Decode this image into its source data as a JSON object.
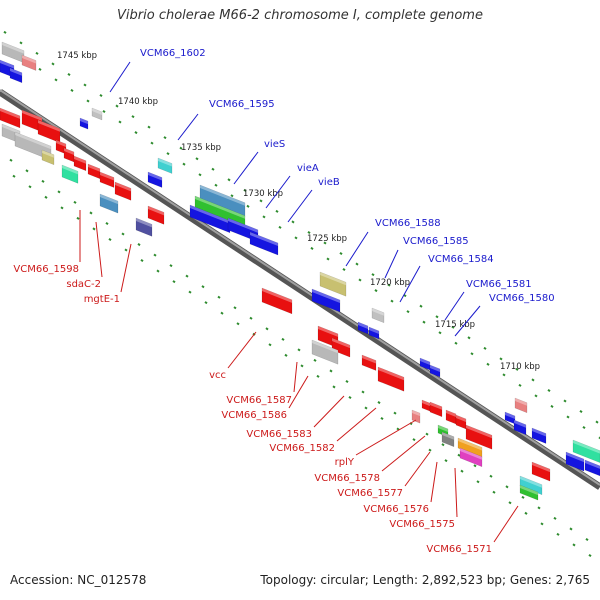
{
  "title": "Vibrio cholerae M66-2 chromosome I, complete genome",
  "footer": {
    "accession": "Accession: NC_012578",
    "topology": "Topology: circular; Length: 2,892,523 bp; Genes: 2,765"
  },
  "scale_labels": [
    "1745 kbp",
    "1740 kbp",
    "1735 kbp",
    "1730 kbp",
    "1725 kbp",
    "1720 kbp",
    "1715 kbp",
    "1710 kbp"
  ],
  "forward_gene_labels": [
    "VCM66_1602",
    "VCM66_1595",
    "vieS",
    "vieA",
    "vieB",
    "VCM66_1588",
    "VCM66_1585",
    "VCM66_1584",
    "VCM66_1581",
    "VCM66_1580"
  ],
  "reverse_gene_labels": [
    "VCM66_1598",
    "sdaC-2",
    "mgtE-1",
    "vcc",
    "VCM66_1587",
    "VCM66_1586",
    "VCM66_1583",
    "VCM66_1582",
    "rplY",
    "VCM66_1578",
    "VCM66_1577",
    "VCM66_1576",
    "VCM66_1575",
    "VCM66_1571"
  ],
  "colors": {
    "forward_label": "#1a1acc",
    "reverse_label": "#cc1a1a",
    "forward_gene": "#1515e0",
    "reverse_gene": "#e81010",
    "backbone": "#666666",
    "tick": "#2e8b2e"
  }
}
